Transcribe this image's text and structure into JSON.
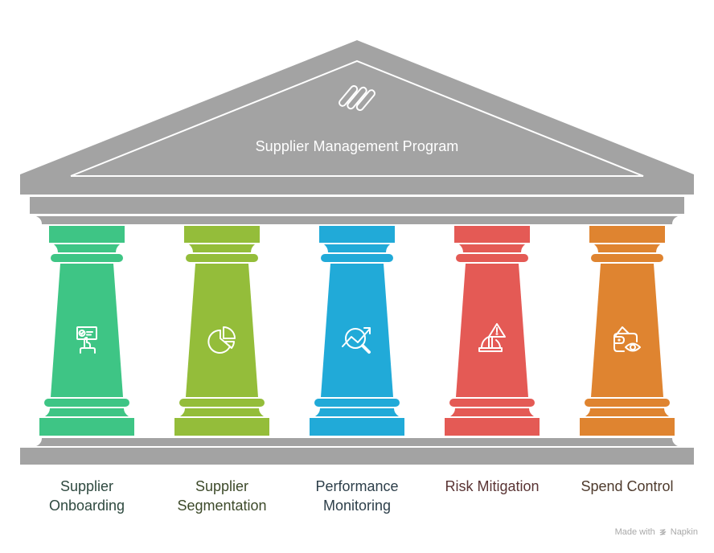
{
  "diagram": {
    "type": "pillars-temple",
    "roof": {
      "title": "Supplier Management Program",
      "icon": "connected-bars-icon",
      "color": "#a3a3a3"
    },
    "structure_color": "#a3a3a3",
    "pillars": [
      {
        "label_line1": "Supplier",
        "label_line2": "Onboarding",
        "icon": "onboarding-presentation-icon",
        "color": "#3ec585",
        "label_color": "#2f4a40"
      },
      {
        "label_line1": "Supplier",
        "label_line2": "Segmentation",
        "icon": "pie-chart-icon",
        "color": "#94bd3a",
        "label_color": "#3d4a2a"
      },
      {
        "label_line1": "Performance",
        "label_line2": "Monitoring",
        "icon": "trend-magnifier-icon",
        "color": "#21aad8",
        "label_color": "#2d3f4a"
      },
      {
        "label_line1": "Risk Mitigation",
        "label_line2": "",
        "icon": "hardhat-warning-icon",
        "color": "#e45a55",
        "label_color": "#5a3434"
      },
      {
        "label_line1": "Spend Control",
        "label_line2": "",
        "icon": "wallet-eye-icon",
        "color": "#df8430",
        "label_color": "#4e3a2c"
      }
    ]
  },
  "watermark": {
    "prefix": "Made with",
    "brand": "Napkin"
  }
}
